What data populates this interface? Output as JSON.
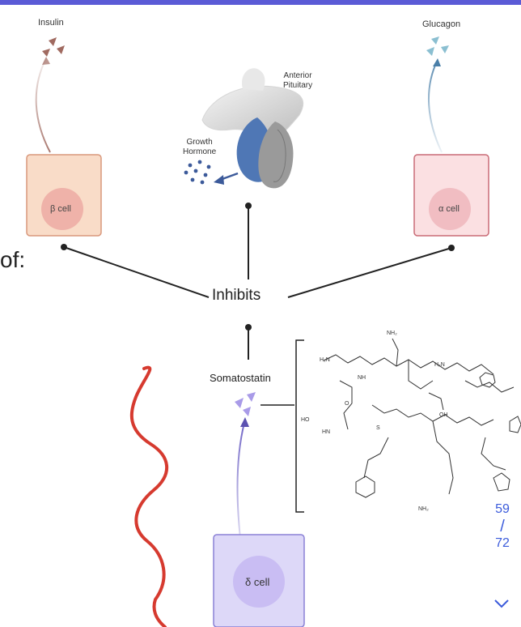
{
  "top_accent_color": "#5b5bd6",
  "labels": {
    "insulin": "Insulin",
    "glucagon": "Glucagon",
    "anterior_pituitary": "Anterior\nPituitary",
    "growth_hormone": "Growth\nHormone",
    "beta_cell": "β cell",
    "alpha_cell": "α cell",
    "delta_cell": "δ cell",
    "somatostatin": "Somatostatin",
    "inhibits": "Inhibits",
    "partial_text": "of:"
  },
  "molecule_labels": {
    "nh2_top": "NH₂",
    "h2n_left": "H₂N",
    "h2n_right": "H₂N",
    "nh2_bottom": "NH₂",
    "oh_right": "OH",
    "ho_left": "HO",
    "nh": "NH",
    "s": "S",
    "hn": "HN",
    "o": "O"
  },
  "pager": {
    "current": "59",
    "total": "72",
    "separator": "/"
  },
  "icons": {
    "next": "chevron-down-icon"
  },
  "colors": {
    "beta_cell_fill": "#f9dcc8",
    "beta_cell_border": "#d9987c",
    "alpha_cell_fill": "#fbe0e2",
    "alpha_cell_border": "#c96b76",
    "delta_cell_fill": "#ddd8f8",
    "delta_cell_border": "#8a80d6",
    "insulin_color": "#a06a60",
    "glucagon_color": "#7ab3c9",
    "somatostatin_color": "#9b8ee0",
    "growth_hormone_color": "#3c5a9a",
    "pituitary_blue": "#4f77b5",
    "red_strand": "#d63a2f",
    "pager_color": "#3b5bdb"
  }
}
